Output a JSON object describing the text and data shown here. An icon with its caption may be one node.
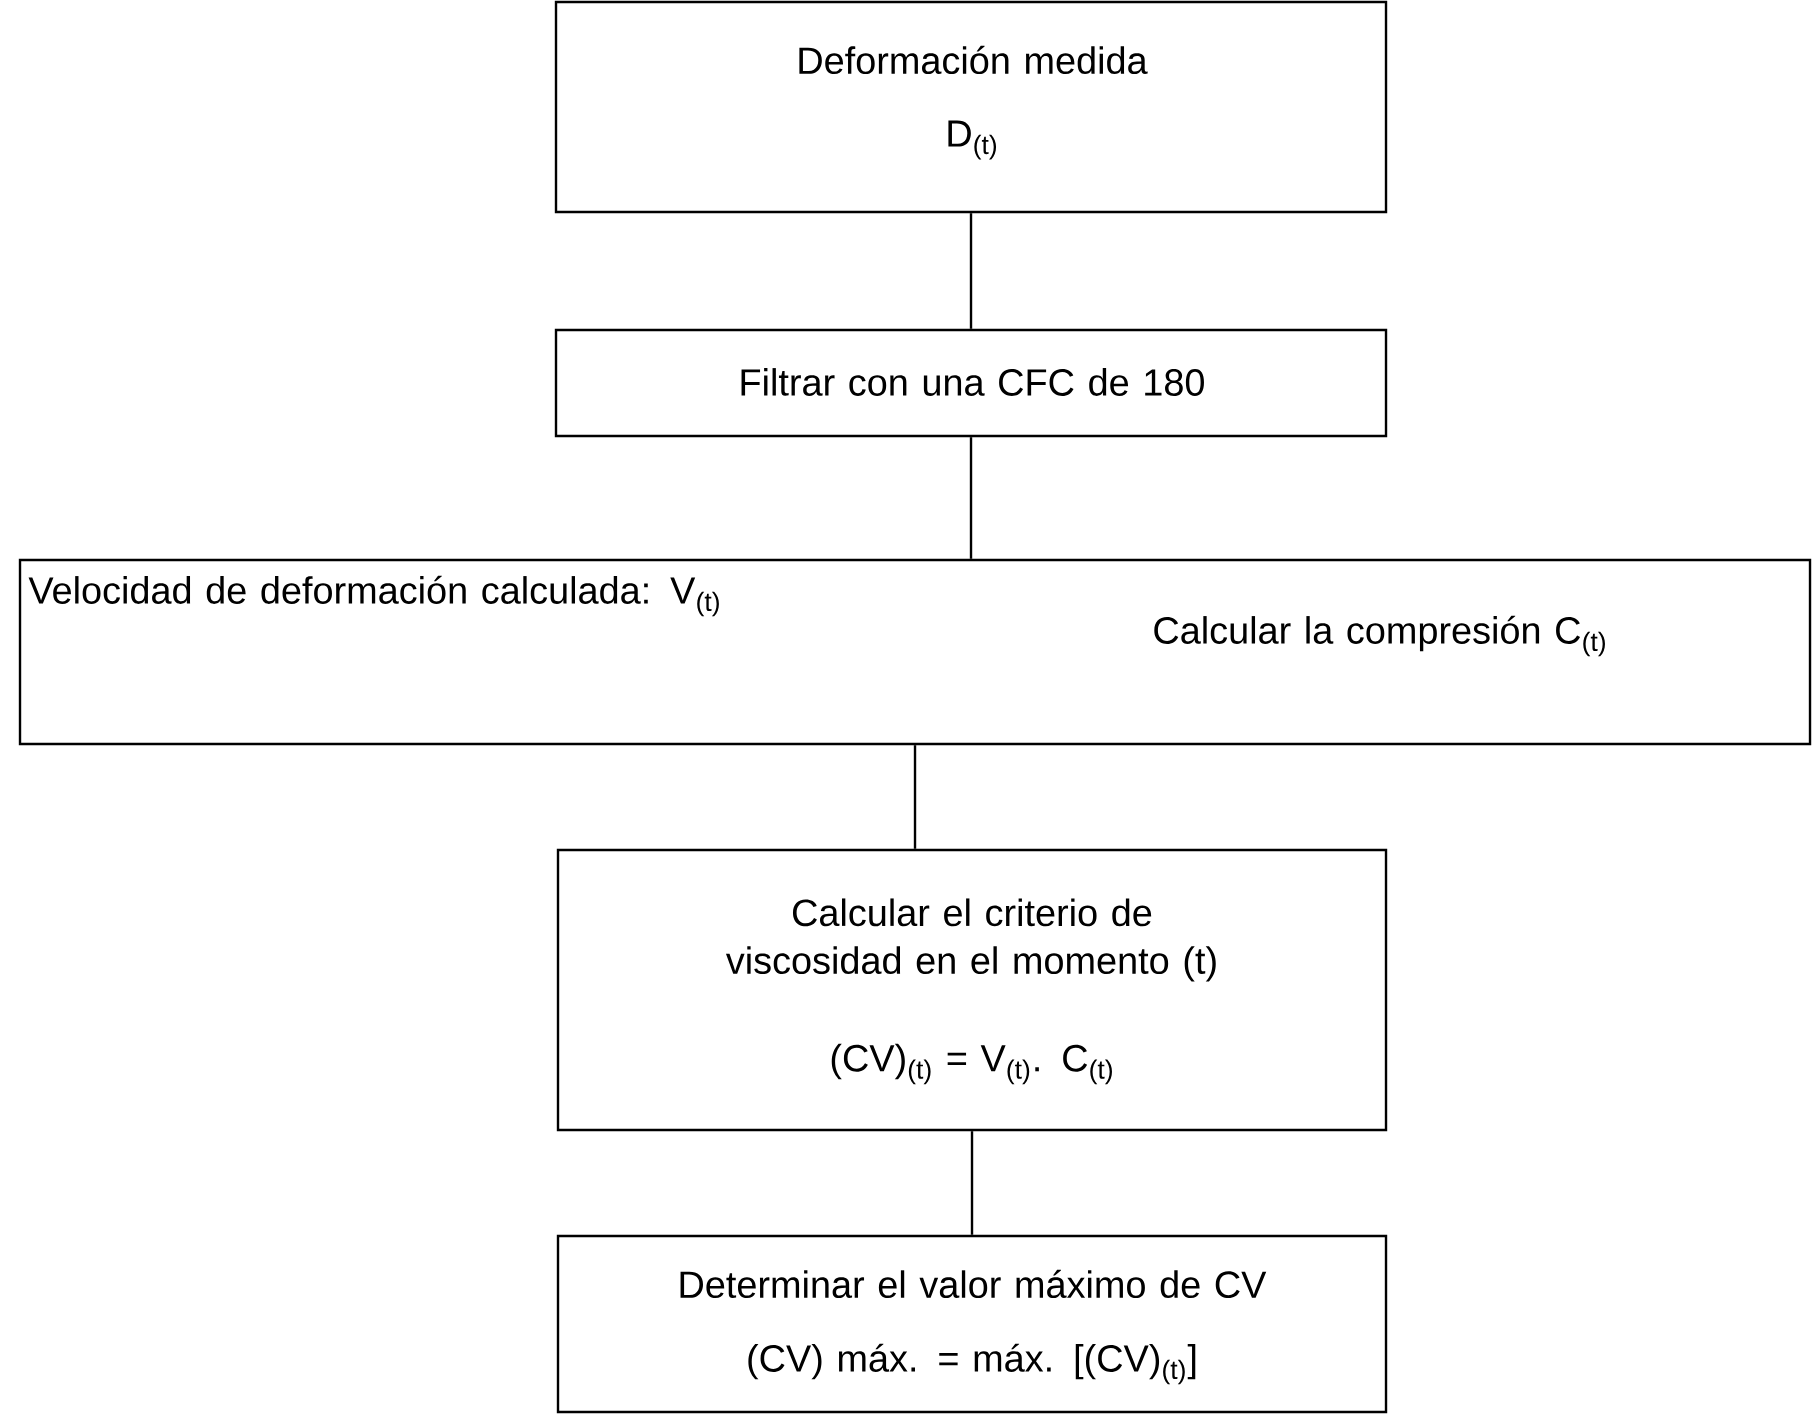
{
  "diagram": {
    "nodes": [
      {
        "text": [
          "Deformación medida",
          "D$_{(t)}$"
        ]
      },
      {
        "text": [
          "Filtrar con una CFC de 180"
        ]
      },
      {
        "text": [
          "Velocidad de deformación calculada: V$_{(t)}$",
          "Calcular la compresión C$_{(t)}$"
        ]
      },
      {
        "text": [
          "Calcular el criterio de viscosidad en el momento (t)",
          "(CV)$_{(t)}$ = V$_{(t)}$. C$_{(t)}$"
        ]
      },
      {
        "text": [
          "Determinar el valor máximo de CV",
          "(CV) máx. = máx. [(CV)$_{(t)}$]"
        ]
      }
    ],
    "edges": [
      {
        "from": 0,
        "to": 1,
        "arrow": "none"
      },
      {
        "from": 1,
        "to": 2,
        "arrow": "none"
      },
      {
        "from": 2,
        "to": 3,
        "arrow": "none"
      },
      {
        "from": 3,
        "to": 4,
        "arrow": "none"
      }
    ]
  }
}
